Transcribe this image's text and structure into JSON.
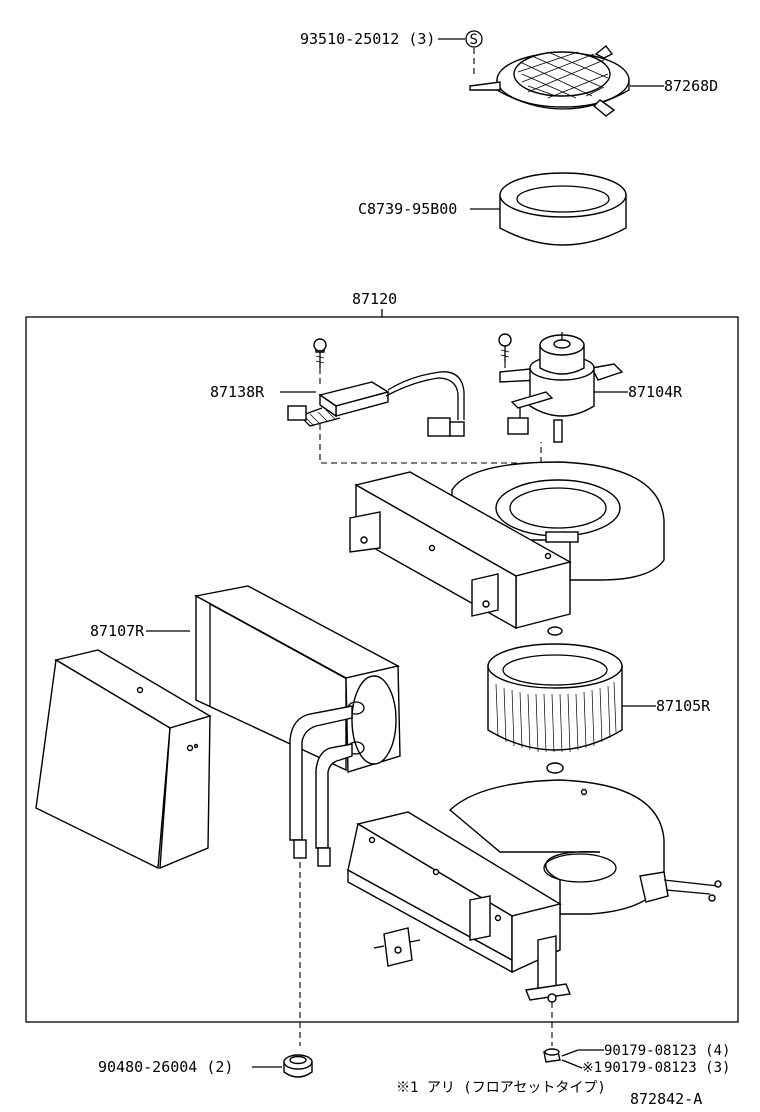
{
  "labels": {
    "screw_top": "93510-25012 (3)",
    "screw_symbol": "S",
    "filter_cover": "87268D",
    "ring": "C8739-95B00",
    "assembly": "87120",
    "resistor": "87138R",
    "motor": "87104R",
    "evaporator": "87107R",
    "fan": "87105R",
    "grommet": "90480-26004 (2)",
    "nut_a": "90179-08123 (4)",
    "nut_b": "90179-08123 (3)",
    "nut_b_mark": "※1",
    "footnote": "※1 アリ (フロアセットタイプ)",
    "diagram_code": "872842-A"
  }
}
